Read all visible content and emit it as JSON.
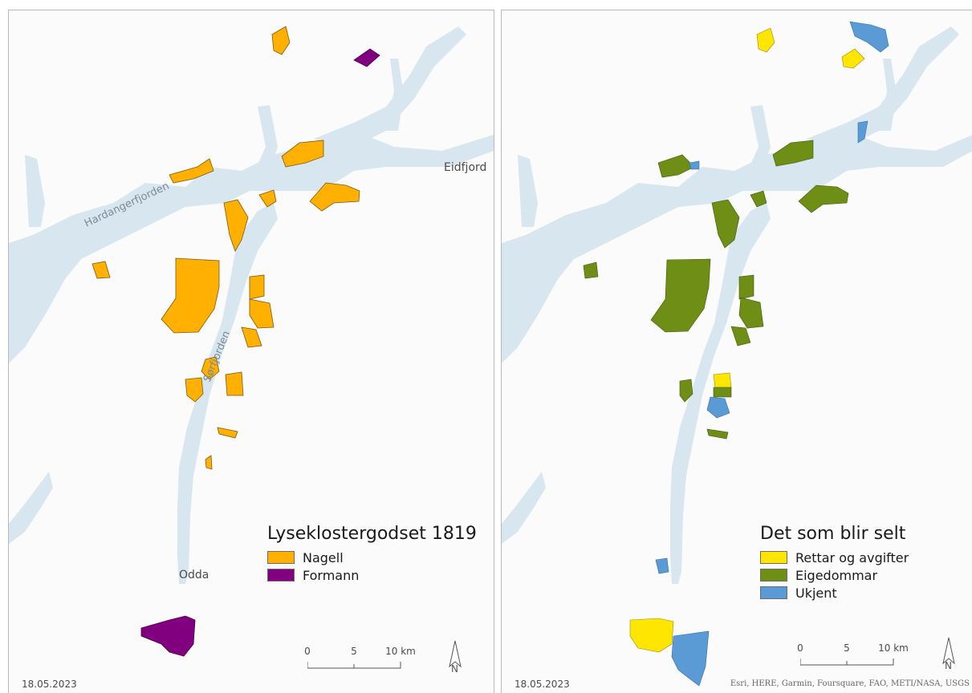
{
  "colors": {
    "water": "#d8e6ef",
    "land": "#fbfbfb",
    "nagell": "#ffb000",
    "formann": "#800080",
    "rettar": "#ffe600",
    "eigedommar": "#6f8e16",
    "ukjent": "#5b9bd5"
  },
  "left_map": {
    "legend_title": "Lyseklostergodset 1819",
    "legend_items": [
      {
        "label": "Nagell",
        "color": "#ffb000"
      },
      {
        "label": "Formann",
        "color": "#800080"
      }
    ],
    "place_labels": {
      "eidfjord": "Eidfjord",
      "odda": "Odda",
      "hardangerfjorden": "Hardangerfjorden",
      "sorfjorden": "Sørfjorden"
    },
    "scale": {
      "ticks": [
        "0",
        "5",
        "10 km"
      ]
    },
    "north_label": "N",
    "date": "18.05.2023"
  },
  "right_map": {
    "legend_title": "Det som blir selt",
    "legend_items": [
      {
        "label": "Rettar og avgifter",
        "color": "#ffe600"
      },
      {
        "label": "Eigedommar",
        "color": "#6f8e16"
      },
      {
        "label": "Ukjent",
        "color": "#5b9bd5"
      }
    ],
    "scale": {
      "ticks": [
        "0",
        "5",
        "10 km"
      ]
    },
    "north_label": "N",
    "date": "18.05.2023",
    "attribution": "Esri, HERE, Garmin, Foursquare, FAO, METI/NASA, USGS"
  }
}
